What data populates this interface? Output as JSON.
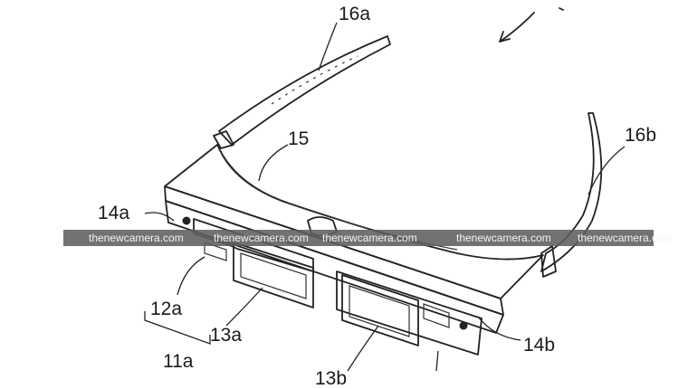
{
  "labels": {
    "l16a": "16a",
    "l15": "15",
    "l16b": "16b",
    "l14a": "14a",
    "l12a": "12a",
    "l13a": "13a",
    "l11a": "11a",
    "l14b": "14b",
    "l13b": "13b"
  },
  "watermark": {
    "text": "thenewcamera.com"
  },
  "colors": {
    "line": "#222222",
    "band": "#5e5e5e",
    "screen": "#8a8a8a"
  }
}
